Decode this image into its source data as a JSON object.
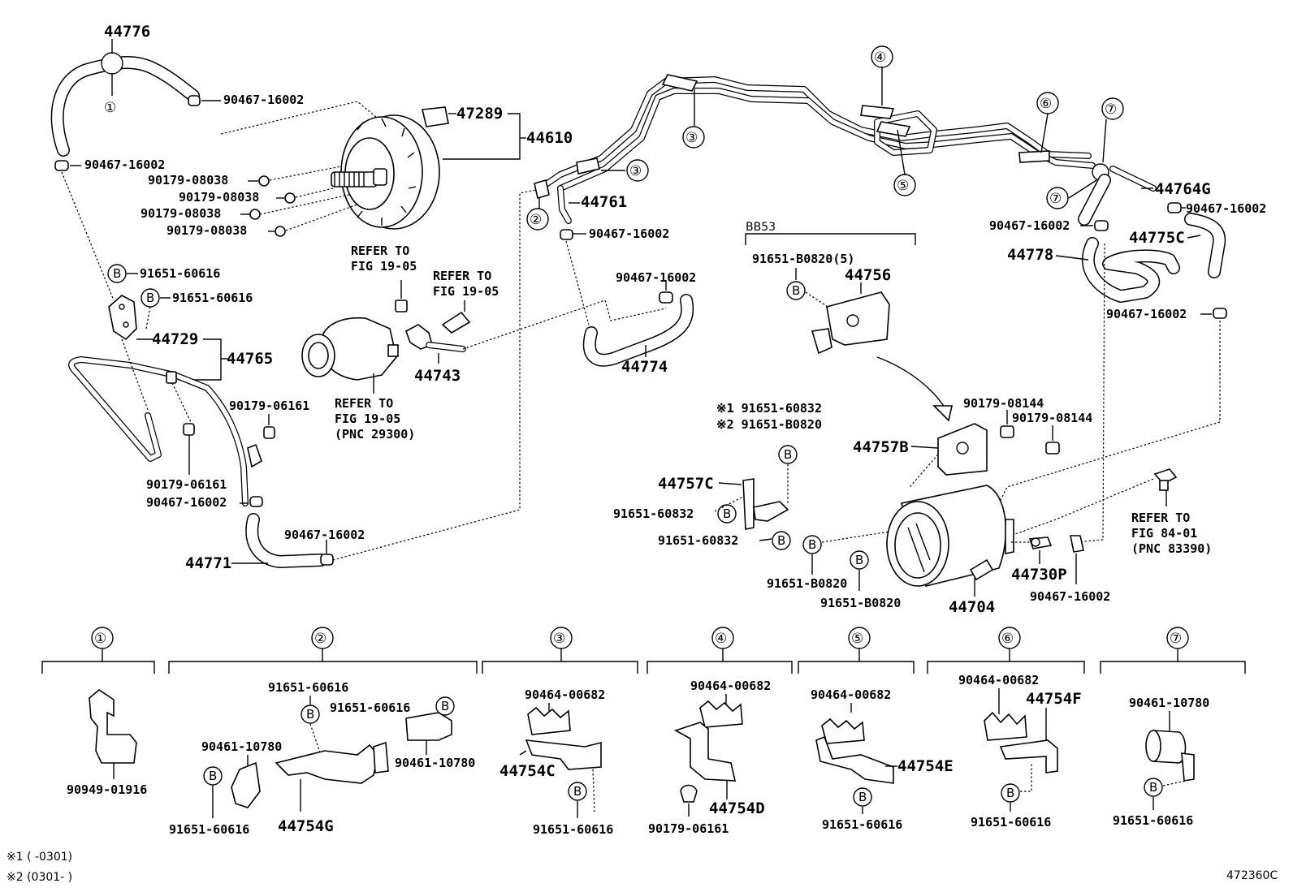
{
  "callouts": {
    "c1": "①",
    "c2": "②",
    "c3": "③",
    "c4": "④",
    "c5": "⑤",
    "c6": "⑥",
    "c7": "⑦",
    "b": "B"
  },
  "parts": {
    "p44776": "44776",
    "p44610": "44610",
    "p47289": "47289",
    "p44761": "44761",
    "p44764G": "44764G",
    "p44775C": "44775C",
    "p44778": "44778",
    "p44756": "44756",
    "p44757B": "44757B",
    "p44757C": "44757C",
    "p44704": "44704",
    "p44730P": "44730P",
    "p44774": "44774",
    "p44743": "44743",
    "p44729": "44729",
    "p44765": "44765",
    "p44771": "44771",
    "p44754G": "44754G",
    "p44754C": "44754C",
    "p44754D": "44754D",
    "p44754E": "44754E",
    "p44754F": "44754F",
    "clamp": "90467-16002",
    "bolt38": "90179-08038",
    "nut144": "90179-08144",
    "nut161": "90179-06161",
    "bolt616": "91651-60616",
    "bolt832": "91651-60832",
    "boltB820": "91651-B0820",
    "bb53": "BB53",
    "bb53_qty": "91651-B0820(5)",
    "n1_qty": "※1 91651-60832",
    "n2_qty": "※2 91651-B0820",
    "clip682": "90464-00682",
    "clip780": "90461-10780",
    "clip916": "90949-01916"
  },
  "refs": {
    "refer_to": "REFER TO",
    "fig1905": "FIG 19-05",
    "pnc29300": "(PNC 29300)",
    "fig8401": "FIG 84-01",
    "pnc83390": "(PNC 83390)"
  },
  "notes": {
    "note1": "※1 (    -0301)",
    "note2": "※2 (0301-    )",
    "diagram_id": "472360C"
  }
}
